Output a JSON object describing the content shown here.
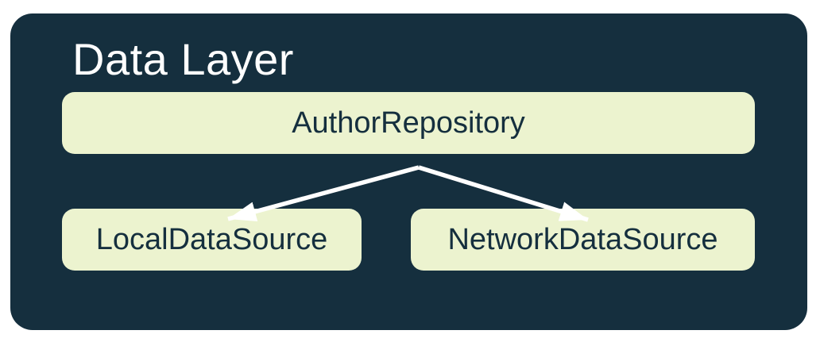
{
  "diagram": {
    "title": "Data Layer",
    "nodes": [
      {
        "id": "repo",
        "label": "AuthorRepository"
      },
      {
        "id": "local",
        "label": "LocalDataSource"
      },
      {
        "id": "network",
        "label": "NetworkDataSource"
      }
    ],
    "edges": [
      {
        "from": "AuthorRepository",
        "to": "LocalDataSource",
        "style": "arrow"
      },
      {
        "from": "AuthorRepository",
        "to": "NetworkDataSource",
        "style": "arrow"
      }
    ],
    "colors": {
      "canvas_background": "#ffffff",
      "card_background": "#152f3e",
      "node_background": "#ecf3cf",
      "node_text": "#152f3e",
      "title_text": "#ffffff",
      "arrow_color": "#ffffff"
    }
  }
}
